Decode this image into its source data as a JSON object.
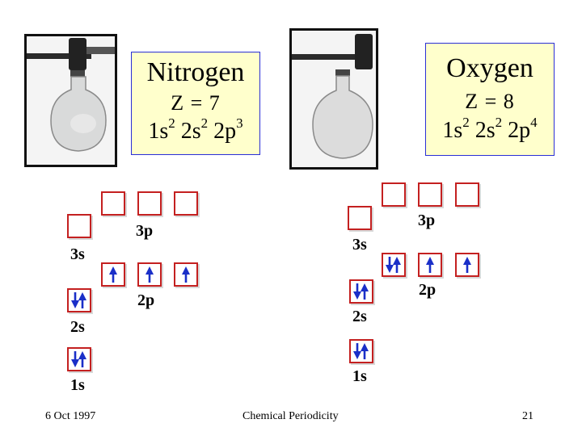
{
  "nitrogen": {
    "name": "Nitrogen",
    "z": "Z = 7",
    "config": [
      {
        "base": "1s",
        "exp": "2"
      },
      {
        "base": "2s",
        "exp": "2"
      },
      {
        "base": "2p",
        "exp": "3"
      }
    ],
    "labels": {
      "s1": "1s",
      "s2": "2s",
      "s3": "3s",
      "p2": "2p",
      "p3": "3p"
    },
    "orbitals": {
      "s1": "pair",
      "s2": "pair",
      "s3": "empty",
      "p2": [
        "up",
        "up",
        "up"
      ],
      "p3": [
        "empty",
        "empty",
        "empty"
      ]
    }
  },
  "oxygen": {
    "name": "Oxygen",
    "z": "Z = 8",
    "config": [
      {
        "base": "1s",
        "exp": "2"
      },
      {
        "base": "2s",
        "exp": "2"
      },
      {
        "base": "2p",
        "exp": "4"
      }
    ],
    "labels": {
      "s1": "1s",
      "s2": "2s",
      "s3": "3s",
      "p2": "2p",
      "p3": "3p"
    },
    "orbitals": {
      "s1": "pair",
      "s2": "pair",
      "s3": "empty",
      "p2": [
        "pair",
        "up",
        "up"
      ],
      "p3": [
        "empty",
        "empty",
        "empty"
      ]
    }
  },
  "footer": {
    "date": "6 Oct 1997",
    "title": "Chemical Periodicity",
    "page": "21"
  },
  "colors": {
    "box_fill": "#ffffcc",
    "box_border": "#2a2fd6",
    "orbital_border": "#c42020",
    "arrow": "#1a2fc8"
  }
}
